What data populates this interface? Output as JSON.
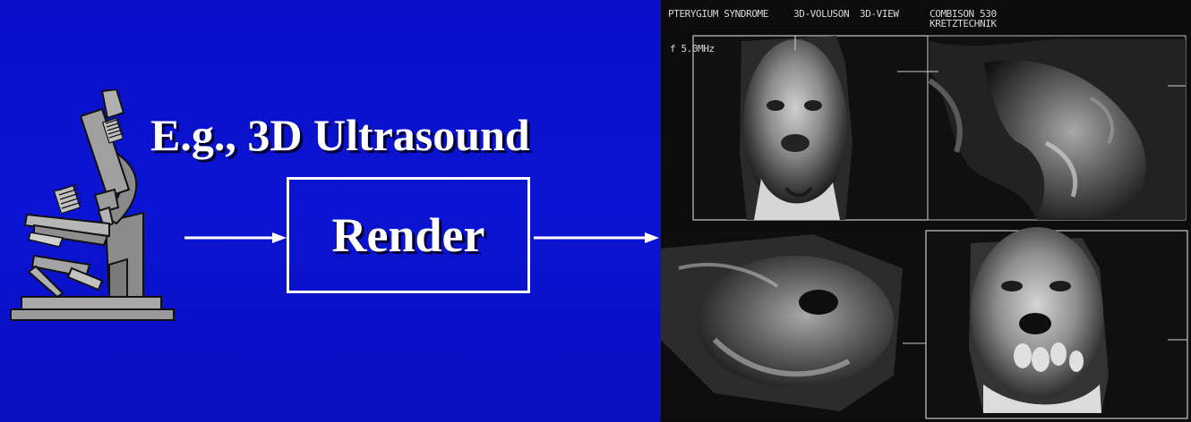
{
  "slide": {
    "title": "E.g., 3D Ultrasound",
    "process_label": "Render"
  },
  "icons": {
    "source": "microscope-icon"
  },
  "ultrasound": {
    "header": {
      "case": "PTERYGIUM SYNDROME",
      "mode": "3D-VOLUSON",
      "view": "3D-VIEW",
      "device": "COMBISON 530",
      "maker": "KRETZTECHNIK"
    },
    "frequency": "f 5.0MHz"
  },
  "colors": {
    "background": "#0a10c8",
    "text": "#ffffff",
    "scan_bg": "#0c0c0c"
  }
}
